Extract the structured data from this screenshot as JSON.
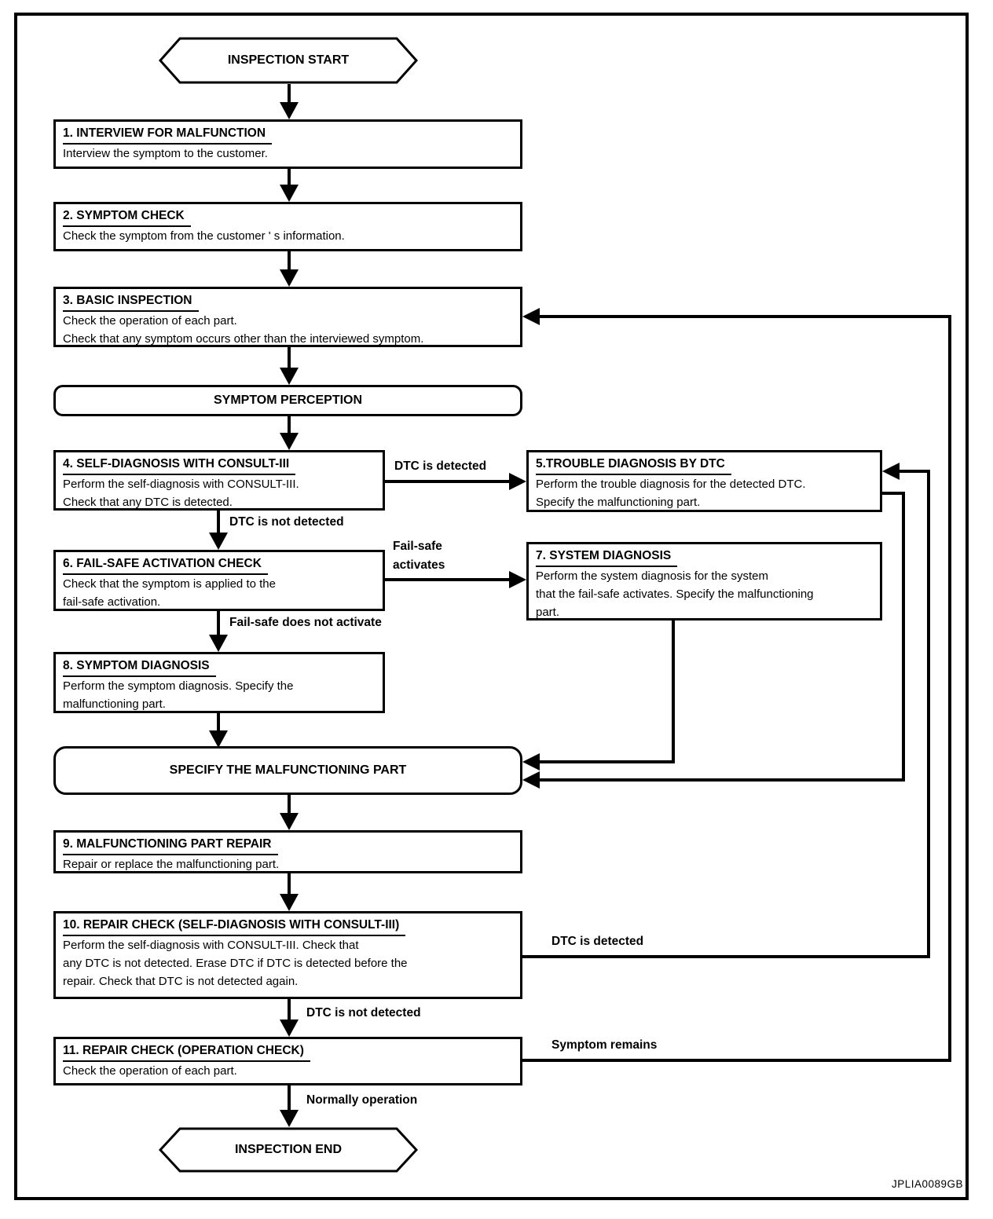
{
  "diagram": {
    "figure_id": "JPLIA0089GB",
    "terminals": {
      "start": "INSPECTION START",
      "end": "INSPECTION END"
    },
    "rounded_nodes": {
      "symptom_perception": "SYMPTOM PERCEPTION",
      "specify_part": "SPECIFY THE MALFUNCTIONING PART"
    },
    "boxes": {
      "b1": {
        "title": "1. INTERVIEW FOR MALFUNCTION",
        "lines": [
          "Interview the symptom to the customer."
        ]
      },
      "b2": {
        "title": "2. SYMPTOM CHECK",
        "lines": [
          "Check the symptom from the customer ' s information."
        ]
      },
      "b3": {
        "title": "3. BASIC INSPECTION",
        "lines": [
          "Check the operation of each part.",
          "Check that any symptom occurs other than the interviewed symptom."
        ]
      },
      "b4": {
        "title": "4. SELF-DIAGNOSIS WITH CONSULT-III",
        "lines": [
          "Perform the self-diagnosis with CONSULT-III.",
          "Check that any DTC is detected."
        ]
      },
      "b5": {
        "title": "5.TROUBLE DIAGNOSIS BY DTC",
        "lines": [
          "Perform the trouble diagnosis for the detected DTC.",
          "Specify the malfunctioning part."
        ]
      },
      "b6": {
        "title": "6. FAIL-SAFE ACTIVATION CHECK",
        "lines": [
          "Check that the symptom is applied to the",
          "fail-safe activation."
        ]
      },
      "b7": {
        "title": "7. SYSTEM DIAGNOSIS",
        "lines": [
          "Perform the system diagnosis for the system",
          "that the fail-safe activates. Specify the malfunctioning",
          "part."
        ]
      },
      "b8": {
        "title": "8. SYMPTOM DIAGNOSIS",
        "lines": [
          "Perform the symptom diagnosis. Specify the",
          "malfunctioning part."
        ]
      },
      "b9": {
        "title": "9. MALFUNCTIONING PART REPAIR",
        "lines": [
          "Repair or replace the malfunctioning part."
        ]
      },
      "b10": {
        "title": "10. REPAIR CHECK (SELF-DIAGNOSIS WITH CONSULT-III)",
        "lines": [
          "Perform the self-diagnosis with CONSULT-III. Check that",
          "any DTC is not detected. Erase DTC if DTC is detected before the",
          "repair. Check that DTC is not detected again."
        ]
      },
      "b11": {
        "title": "11. REPAIR CHECK (OPERATION CHECK)",
        "lines": [
          "Check the operation of each part."
        ]
      }
    },
    "edge_labels": {
      "dtc_detected_4_5": "DTC is detected",
      "dtc_not_detected_4_6": "DTC is not detected",
      "failsafe_activates": "Fail-safe activates",
      "failsafe_not_activate": "Fail-safe does not activate",
      "dtc_detected_10_5": "DTC is detected",
      "dtc_not_detected_10_11": "DTC is not detected",
      "symptom_remains": "Symptom remains",
      "normally_operation": "Normally operation"
    }
  }
}
